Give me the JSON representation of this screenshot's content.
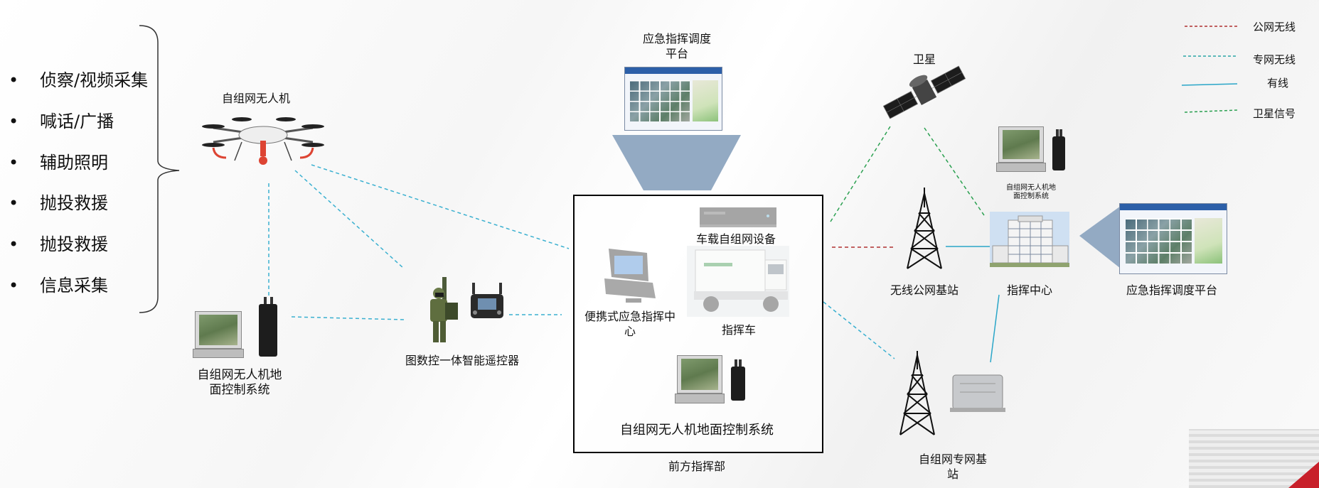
{
  "features": [
    "侦察/视频采集",
    "喊话/广播",
    "辅助照明",
    "抛投救援",
    "抛投救援",
    "信息采集"
  ],
  "bullet_symbol": "•",
  "labels": {
    "drone": "自组网无人机",
    "gcs_left": "自组网无人机地\n面控制系统",
    "remote": "图数控一体智能遥控器",
    "platform_top": "应急指挥调度\n平台",
    "vehicle_device": "车载自组网设备",
    "portable": "便携式应急指挥中\n心",
    "command_vehicle": "指挥车",
    "gcs_box": "自组网无人机地面控制系统",
    "front_command": "前方指挥部",
    "satellite": "卫星",
    "public_station": "无线公网基站",
    "command_center": "指挥中心",
    "gcs_small": "自组网无人机地\n面控制系统",
    "platform_right": "应急指挥调度平台",
    "private_station": "自组网专网基\n站"
  },
  "legend": [
    {
      "label": "公网无线",
      "style": "dashed",
      "color": "#b03030"
    },
    {
      "label": "专网无线",
      "style": "dashed",
      "color": "#2aa6a6"
    },
    {
      "label": "有线",
      "style": "solid",
      "color": "#2aa6c8"
    },
    {
      "label": "卫星信号",
      "style": "dashed",
      "color": "#2aa050"
    }
  ],
  "colors": {
    "public_wireless": "#b03030",
    "private_wireless": "#3ab0d0",
    "wired": "#2aa6c8",
    "satellite_signal": "#2aa050",
    "funnel": "#93aac3"
  }
}
